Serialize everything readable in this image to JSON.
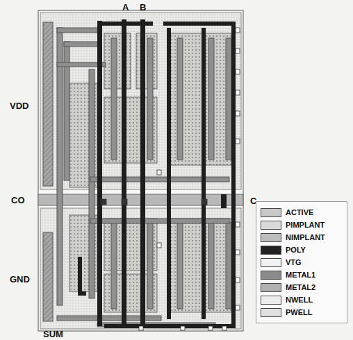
{
  "diagram": {
    "labels": [
      "A",
      "B",
      "VDD",
      "CO",
      "C",
      "GND",
      "SUM"
    ],
    "legend": [
      {
        "text": "ACTIVE",
        "color": "#c8c8c8"
      },
      {
        "text": "PIMPLANT",
        "color": "#dadada"
      },
      {
        "text": "NIMPLANT",
        "color": "#bdbdbd"
      },
      {
        "text": "POLY",
        "color": "#222222"
      },
      {
        "text": "VTG",
        "color": "#f2f2f2"
      },
      {
        "text": "METAL1",
        "color": "#8a8a8a"
      },
      {
        "text": "METAL2",
        "color": "#b0b0b0"
      },
      {
        "text": "NWELL",
        "color": "#ececec"
      },
      {
        "text": "PWELL",
        "color": "#e0e0e0"
      }
    ]
  }
}
